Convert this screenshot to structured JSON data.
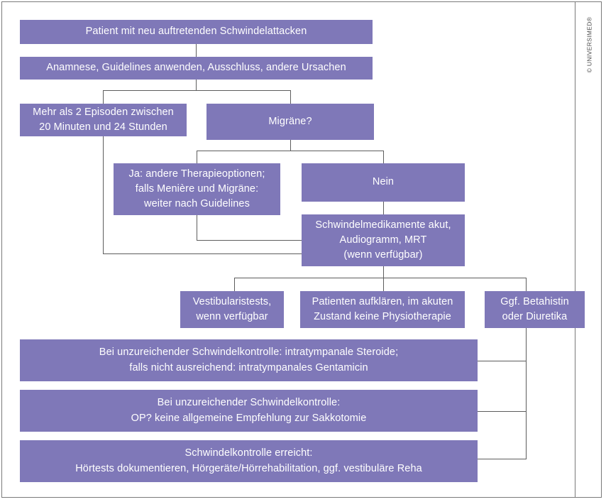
{
  "figure": {
    "title": "Schwindel / Meniere Behandlungsalgorithmus",
    "copyright": "© UNIVERSIMED®",
    "accent_color": "#7f78b8",
    "line_color": "#5d5d5d",
    "text_color": "#ffffff",
    "background": "#ffffff"
  },
  "chart_data": {
    "type": "diagram",
    "subtype": "flowchart",
    "nodes": [
      {
        "id": "n1",
        "label": "Patient mit neu auftretenden Schwindelattacken",
        "lines": [
          "Patient mit neu auftretenden Schwindelattacken"
        ]
      },
      {
        "id": "n2",
        "label": "Anamnese, Guidelines anwenden, Ausschluss, andere Ursachen",
        "lines": [
          "Anamnese, Guidelines anwenden, Ausschluss, andere Ursachen"
        ]
      },
      {
        "id": "n3",
        "label": "Mehr als 2 Episoden zwischen 20 Minuten und 24 Stunden",
        "lines": [
          "Mehr als 2 Episoden zwischen",
          "20 Minuten und 24 Stunden"
        ]
      },
      {
        "id": "n4",
        "label": "Migräne?",
        "lines": [
          "Migräne?"
        ]
      },
      {
        "id": "n5",
        "label": "Ja: andere Therapieoptionen; falls Menière und Migräne: weiter nach Guidelines",
        "lines": [
          "Ja: andere Therapieoptionen;",
          "falls Menière und Migräne:",
          "weiter nach Guidelines"
        ]
      },
      {
        "id": "n6",
        "label": "Nein",
        "lines": [
          "Nein"
        ]
      },
      {
        "id": "n7",
        "label": "Schwindelmedikamente akut, Audiogramm, MRT (wenn verfügbar)",
        "lines": [
          "Schwindelmedikamente akut,",
          "Audiogramm, MRT",
          "(wenn verfügbar)"
        ]
      },
      {
        "id": "n8",
        "label": "Vestibularistests, wenn verfügbar",
        "lines": [
          "Vestibularistests,",
          "wenn verfügbar"
        ]
      },
      {
        "id": "n9",
        "label": "Patienten aufklären, im akuten Zustand keine Physiotherapie",
        "lines": [
          "Patienten aufklären, im akuten",
          "Zustand keine Physiotherapie"
        ]
      },
      {
        "id": "n10",
        "label": "Ggf. Betahistin oder Diuretika",
        "lines": [
          "Ggf. Betahistin",
          "oder Diuretika"
        ]
      },
      {
        "id": "n11",
        "label": "Bei unzureichender Schwindelkontrolle: intratympanale Steroide; falls nicht ausreichend: intratympanales Gentamicin",
        "lines": [
          "Bei unzureichender Schwindelkontrolle: intratympanale Steroide;",
          "falls nicht ausreichend: intratympanales Gentamicin"
        ]
      },
      {
        "id": "n12",
        "label": "Bei unzureichender Schwindelkontrolle: OP? keine allgemeine Empfehlung zur Sakkotomie",
        "lines": [
          "Bei unzureichender Schwindelkontrolle:",
          "OP? keine allgemeine Empfehlung zur Sakkotomie"
        ]
      },
      {
        "id": "n13",
        "label": "Schwindelkontrolle erreicht: Hörtests dokumentieren, Hörgeräte/Hörrehabilitation, ggf. vestibuläre Reha",
        "lines": [
          "Schwindelkontrolle erreicht:",
          "Hörtests dokumentieren, Hörgeräte/Hörrehabilitation, ggf. vestibuläre Reha"
        ]
      }
    ],
    "edges": [
      {
        "from": "n1",
        "to": "n2"
      },
      {
        "from": "n2",
        "to": "n3"
      },
      {
        "from": "n2",
        "to": "n4"
      },
      {
        "from": "n4",
        "to": "n5"
      },
      {
        "from": "n4",
        "to": "n6"
      },
      {
        "from": "n6",
        "to": "n7"
      },
      {
        "from": "n3",
        "to": "n7"
      },
      {
        "from": "n5",
        "to": "n7"
      },
      {
        "from": "n7",
        "to": "n8"
      },
      {
        "from": "n7",
        "to": "n9"
      },
      {
        "from": "n7",
        "to": "n10"
      },
      {
        "from": "n10",
        "to": "n11"
      },
      {
        "from": "n10",
        "to": "n12"
      },
      {
        "from": "n10",
        "to": "n13"
      }
    ]
  }
}
